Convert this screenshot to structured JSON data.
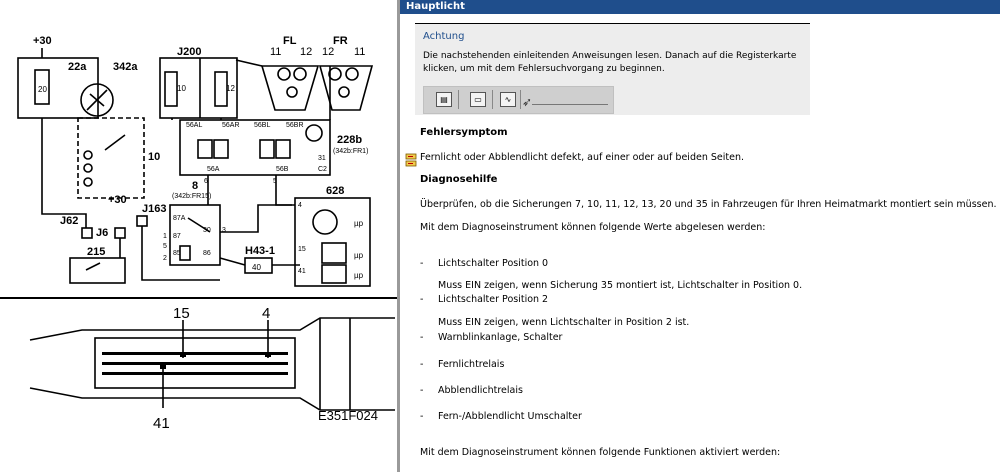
{
  "diagram": {
    "plus30_top": "+30",
    "plus30_mid": "+30",
    "fuse_22a": "22a",
    "switch_342a": "342a",
    "fuse20": "20",
    "fuse10": "10",
    "fuse12": "12",
    "j200": "J200",
    "fl": "FL",
    "fr": "FR",
    "fl_11": "11",
    "fl_12": "12",
    "fr_12": "12",
    "fr_11": "11",
    "unit228b": "228b",
    "unit228b_ref": "(342b:FR1)",
    "ref8": "8",
    "ref8_ref": "(342b:FR15)",
    "ref10": "10",
    "j163": "J163",
    "j62": "J62",
    "j6": "J6",
    "r215": "215",
    "h43": "H43-1",
    "r628": "628",
    "val40": "40",
    "mup1": "µp",
    "mup2": "µp",
    "mup3": "µp",
    "pin4": "4",
    "pin15": "15",
    "pin41": "41",
    "conn_15": "15",
    "conn_4": "4",
    "conn_41": "41",
    "code": "E351F024",
    "lbl_56AL": "56AL",
    "lbl_56AR": "56AR",
    "lbl_56BL": "56BL",
    "lbl_56BR": "56BR",
    "lbl_56A": "56A",
    "lbl_56B": "56B",
    "lbl_31": "31",
    "lbl_C2": "C2",
    "lbl_5": "5",
    "lbl_6": "6",
    "lbl_87A": "87A",
    "lbl_87": "87",
    "lbl_30": "30",
    "lbl_85": "85",
    "lbl_86": "86",
    "lbl_3": "3",
    "lbl_1": "1",
    "lbl_2": "2",
    "lbl_5b": "5"
  },
  "panel": {
    "title": "Hauptlicht",
    "warning_title": "Achtung",
    "warning_text": "Die nachstehenden einleitenden Anweisungen lesen. Danach auf die Registerkarte klicken, um mit dem Fehlersuchvorgang zu beginnen.",
    "heading_symptom": "Fehlersymptom",
    "symptom_text": "Fernlicht oder Abblendlicht defekt, auf einer oder auf beiden Seiten.",
    "heading_help": "Diagnosehilfe",
    "help_text": "Überprüfen, ob die Sicherungen 7, 10, 11, 12, 13, 20 und 35 in Fahrzeugen für Ihren Heimatmarkt montiert sein müssen.",
    "values_intro": "Mit dem Diagnoseinstrument können folgende Werte abgelesen werden:",
    "items": [
      {
        "dash": "-",
        "label": "Lichtschalter Position 0",
        "note": "Muss EIN zeigen, wenn Sicherung 35 montiert ist, Lichtschalter in Position 0."
      },
      {
        "dash": "-",
        "label": "Lichtschalter Position 2",
        "note": "Muss EIN zeigen, wenn Lichtschalter in Position 2 ist."
      },
      {
        "dash": "-",
        "label": "Warnblinkanlage, Schalter"
      },
      {
        "dash": "-",
        "label": "Fernlichtrelais"
      },
      {
        "dash": "-",
        "label": "Abblendlichtrelais"
      },
      {
        "dash": "-",
        "label": "Fern-/Abblendlicht Umschalter"
      }
    ],
    "functions_intro": "Mit dem Diagnoseinstrument können folgende Funktionen aktiviert werden:"
  }
}
